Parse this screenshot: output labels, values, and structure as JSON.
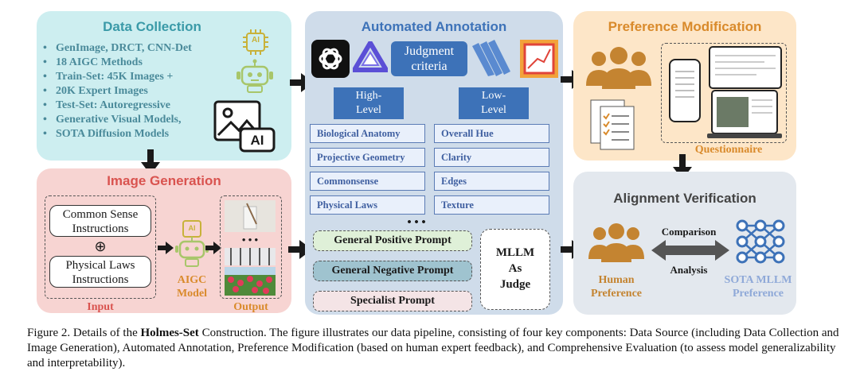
{
  "data_collection": {
    "title": "Data Collection",
    "bullets": [
      "GenImage, DRCT, CNN-Det",
      "18 AIGC Methods",
      "Train-Set: 45K Images +",
      "20K Expert Images",
      "Test-Set: Autoregressive",
      "Generative Visual Models,",
      "SOTA Diffusion Models"
    ],
    "ai_badge": "AI",
    "ai_badge_small": "AI"
  },
  "image_generation": {
    "title": "Image Generation",
    "instruction1": "Common Sense Instructions",
    "plus": "⊕",
    "instruction2": "Physical Laws Instructions",
    "input_label": "Input",
    "model_label": "AIGC Model",
    "output_label": "Output",
    "dots": "• • •",
    "ai_badge": "AI"
  },
  "automated_annotation": {
    "title": "Automated Annotation",
    "judgment": "Judgment criteria",
    "high_level": "High-Level",
    "low_level": "Low-Level",
    "high_items": [
      "Biological Anatomy",
      "Projective Geometry",
      "Commonsense",
      "Physical Laws"
    ],
    "low_items": [
      "Overall Hue",
      "Clarity",
      "Edges",
      "Texture"
    ],
    "dots": "• • •",
    "prompts": [
      "General Positive Prompt",
      "General Negative Prompt",
      "Specialist Prompt"
    ],
    "judge": "MLLM As Judge"
  },
  "preference_modification": {
    "title": "Preference Modification",
    "questionnaire": "Questionnaire"
  },
  "alignment_verification": {
    "title": "Alignment Verification",
    "comparison": "Comparison",
    "analysis": "Analysis",
    "human": "Human Preference",
    "sota": "SOTA MLLM Preference"
  },
  "caption": {
    "prefix": "Figure 2. Details of the ",
    "bold": "Holmes-Set",
    "suffix": " Construction. The figure illustrates our data pipeline, consisting of four key components: Data Source (including Data Collection and Image Generation), Automated Annotation, Preference Modification (based on human expert feedback), and Comprehensive Evaluation (to assess model generalizability and interpretability)."
  },
  "colors": {
    "data_collection_bg": "#cdeef0",
    "image_generation_bg": "#f7d4d2",
    "annotation_bg": "#cfdcea",
    "preference_bg": "#fde6c8",
    "alignment_bg": "#e3e8ee",
    "accent_blue": "#3d72b8",
    "accent_orange": "#d98a2b"
  }
}
